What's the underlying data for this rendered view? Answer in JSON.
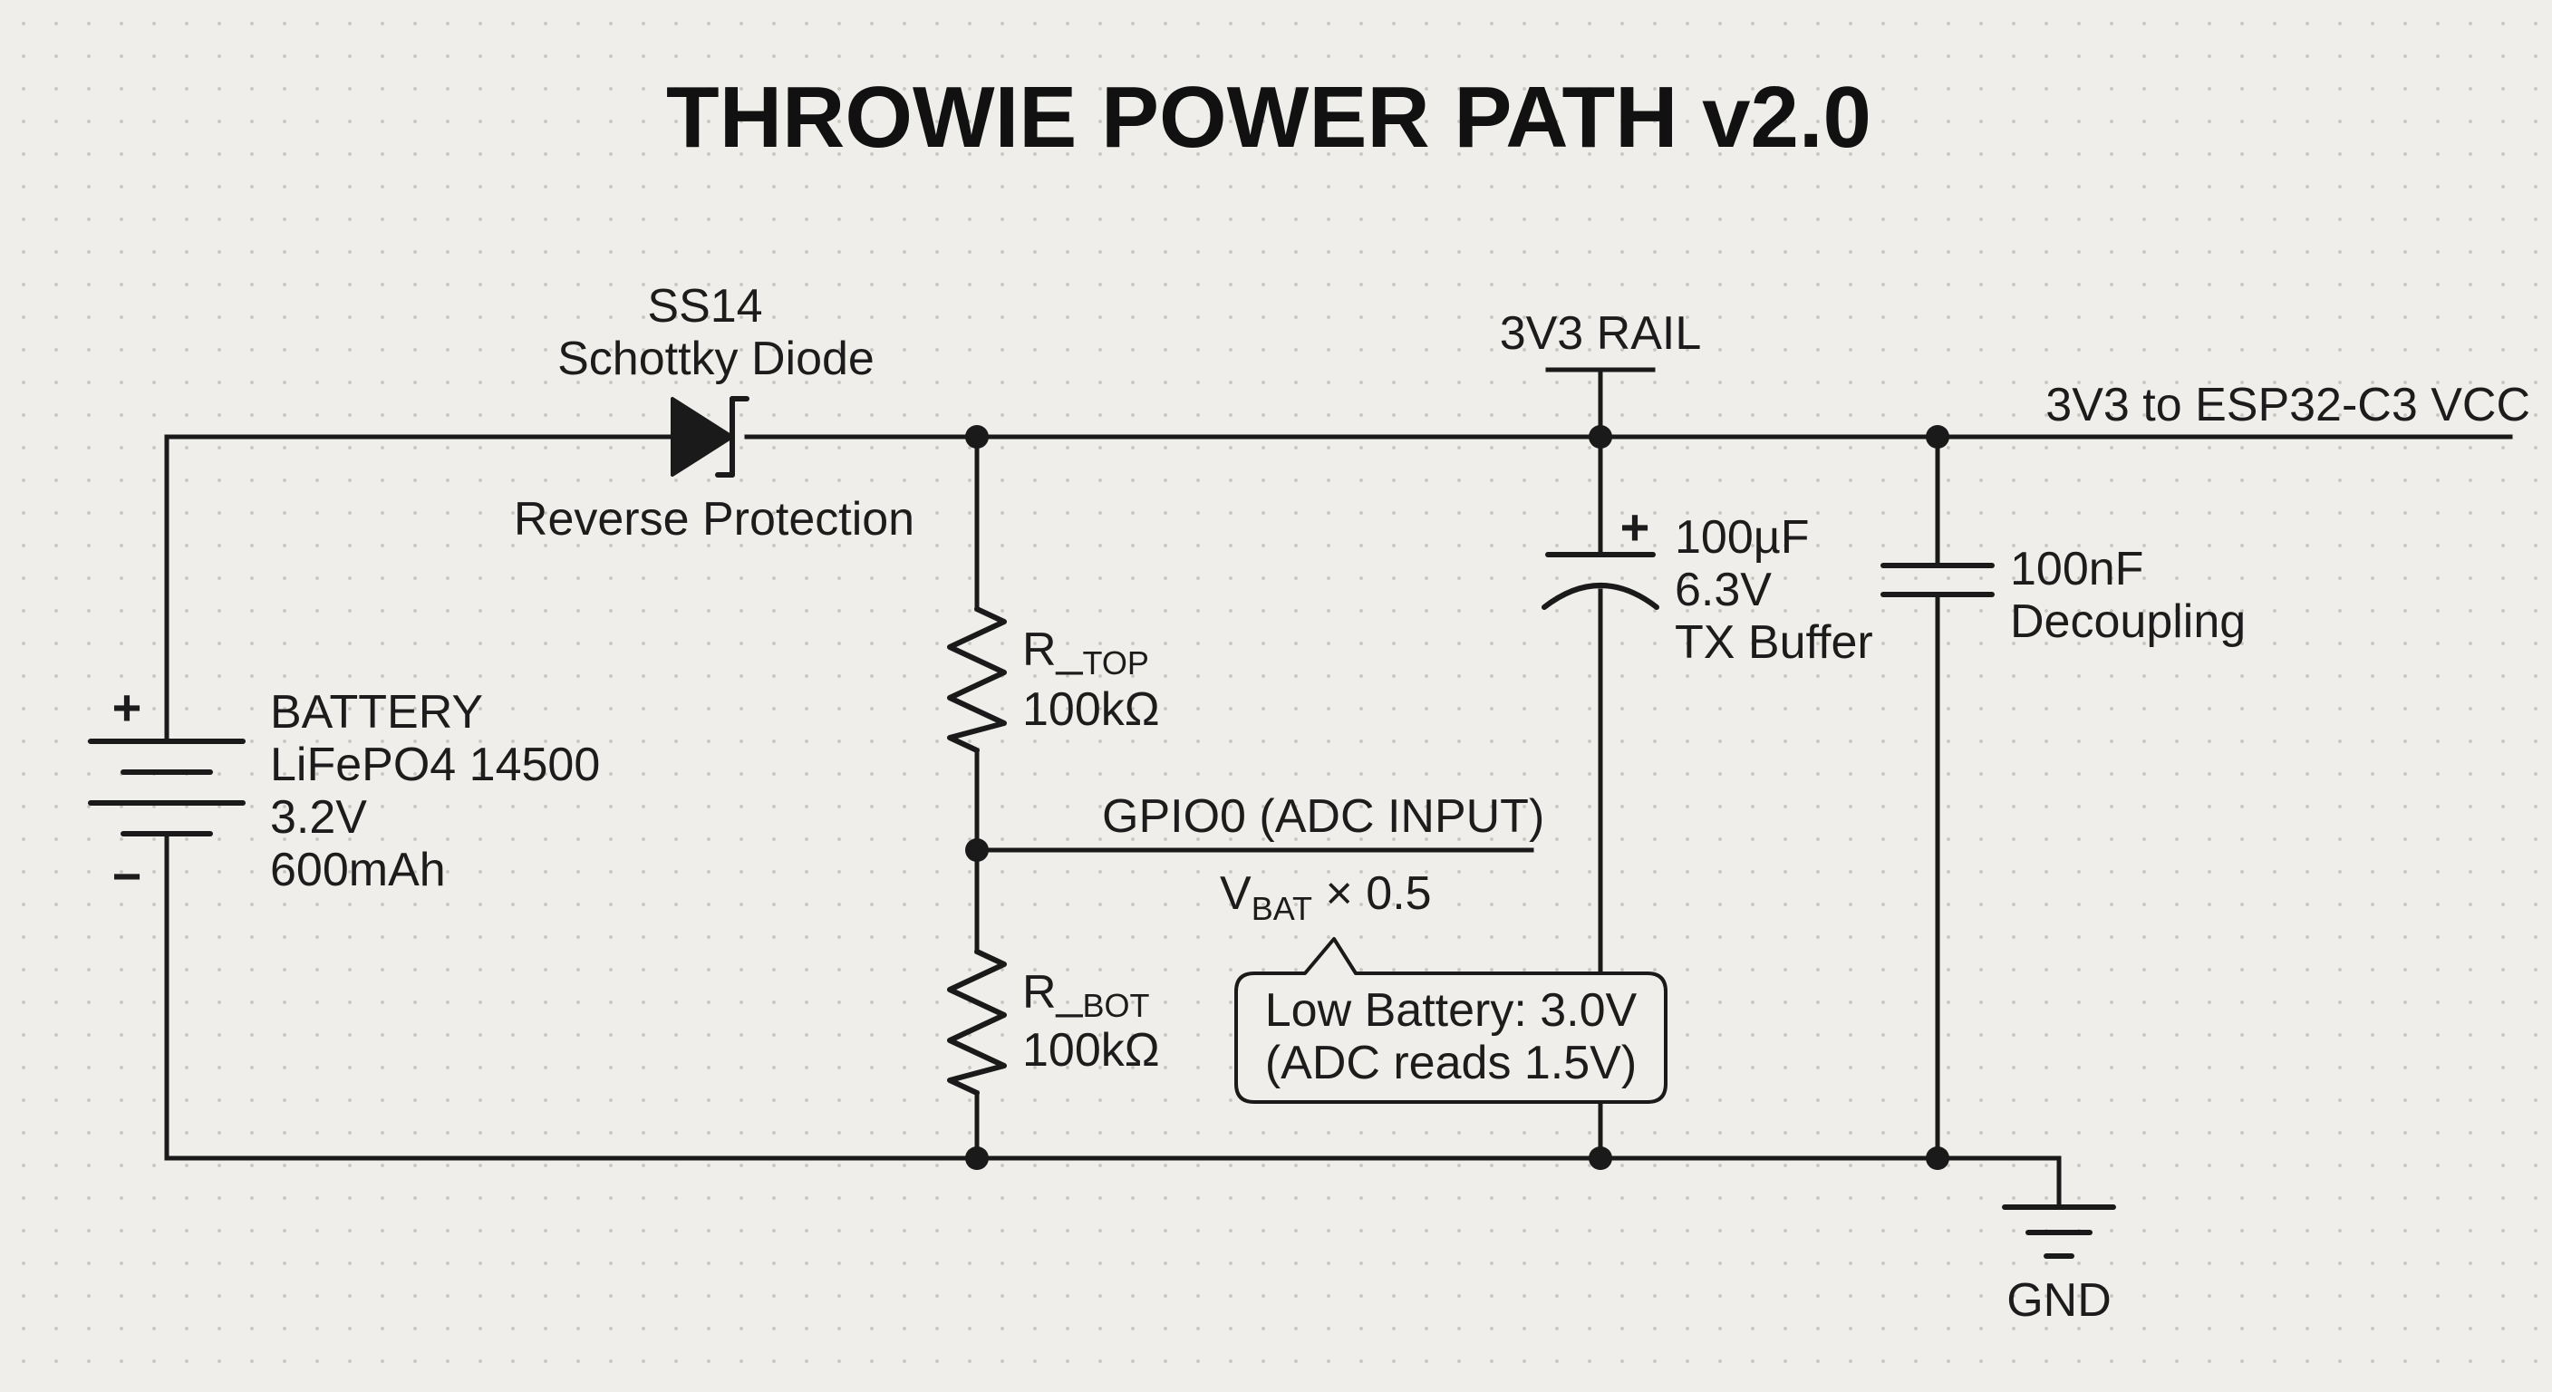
{
  "title": "THROWIE POWER PATH v2.0",
  "battery": {
    "plus": "+",
    "minus": "−",
    "lines": [
      "BATTERY",
      "LiFePO4 14500",
      "3.2V",
      "600mAh"
    ]
  },
  "diode": {
    "part": "SS14",
    "type": "Schottky Diode",
    "purpose": "Reverse Protection"
  },
  "r_top": {
    "name_prefix": "R_",
    "name_sub": "TOP",
    "value": "100kΩ"
  },
  "r_bot": {
    "name_prefix": "R_",
    "name_sub": "BOT",
    "value": "100kΩ"
  },
  "gpio": {
    "label": "GPIO0 (ADC INPUT)",
    "formula_main": "V",
    "formula_sub": "BAT",
    "formula_rest": " × 0.5"
  },
  "callout": {
    "line1": "Low Battery: 3.0V",
    "line2": "(ADC reads 1.5V)"
  },
  "rail": {
    "label": "3V3 RAIL",
    "out_label": "3V3 to ESP32-C3 VCC"
  },
  "cap_bulk": {
    "plus": "+",
    "lines": [
      "100µF",
      "6.3V",
      "TX Buffer"
    ]
  },
  "cap_decoupling": {
    "lines": [
      "100nF",
      "Decoupling"
    ]
  },
  "gnd": {
    "label": "GND"
  }
}
